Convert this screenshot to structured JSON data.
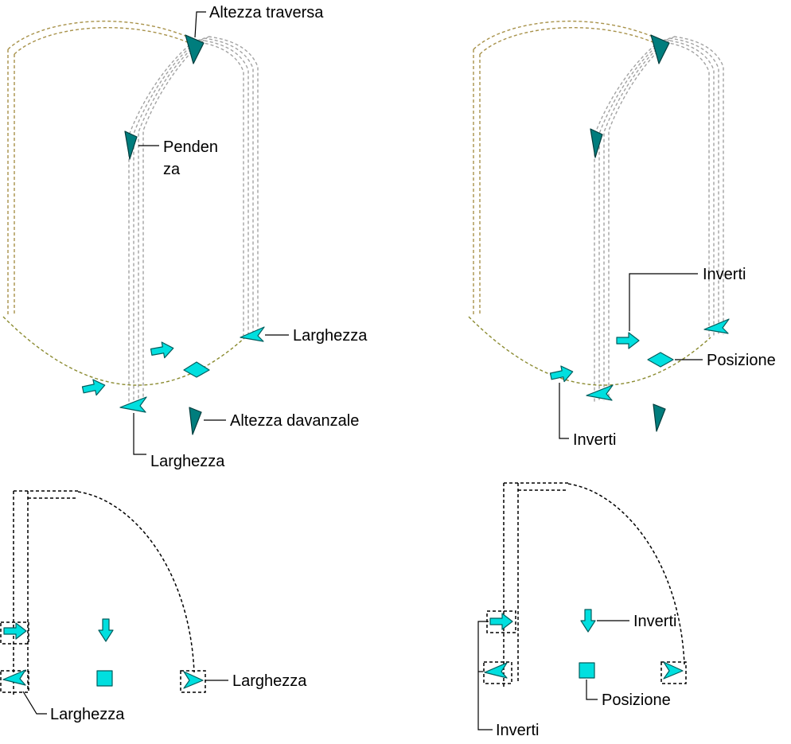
{
  "figure": {
    "background": "#ffffff",
    "colors": {
      "hotspot_fill": "#00dfdf",
      "hotspot_dark_fill": "#007d7d",
      "wire_gray": "#a3a3a3",
      "wire_tan": "#a8924a",
      "wire_olive": "#8b8b30",
      "ink": "#000000"
    },
    "panels": {
      "top_left": {
        "labels": {
          "altezza_traversa": "Altezza traversa",
          "pendenza_line1": "Penden",
          "pendenza_line2": "za",
          "larghezza_right": "Larghezza",
          "altezza_davanzale": "Altezza davanzale",
          "larghezza_bottom": "Larghezza"
        }
      },
      "top_right": {
        "labels": {
          "inverti_top": "Inverti",
          "posizione": "Posizione",
          "inverti_bottom": "Inverti"
        }
      },
      "bottom_left": {
        "labels": {
          "larghezza_right": "Larghezza",
          "larghezza_bottom": "Larghezza"
        }
      },
      "bottom_right": {
        "labels": {
          "inverti_top": "Inverti",
          "posizione": "Posizione",
          "inverti_bottom": "Inverti"
        }
      }
    }
  }
}
